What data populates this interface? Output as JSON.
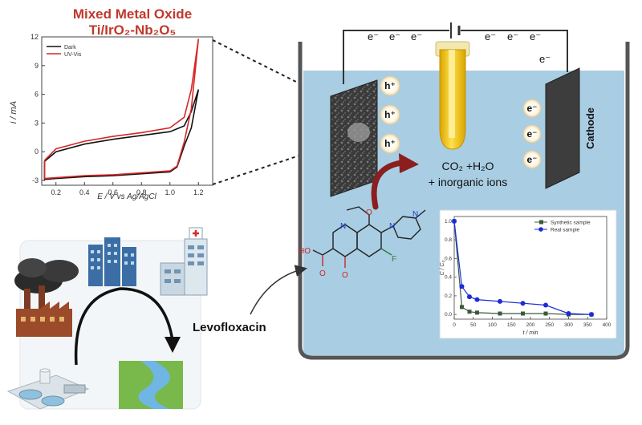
{
  "title": {
    "line1": "Mixed Metal Oxide",
    "line2": "Ti/IrO₂-Nb₂O₅"
  },
  "cv_plot": {
    "ylabel": "i / mA",
    "xlabel": "E / V vs Ag/AgCl",
    "legend": [
      "Dark",
      "UV-Vis"
    ]
  },
  "cell": {
    "electrons_top_left": [
      "e⁻",
      "e⁻",
      "e⁻"
    ],
    "electrons_top_right": [
      "e⁻",
      "e⁻",
      "e⁻"
    ],
    "electron_wire": "e⁻",
    "holes": [
      "h⁺",
      "h⁺",
      "h⁺"
    ],
    "electrons_cathode": [
      "e⁻",
      "e⁻",
      "e⁻"
    ],
    "cathode_label": "Cathode",
    "products_line1": "CO₂ +H₂O",
    "products_line2": "+ inorganic ions"
  },
  "molecule": {
    "atom_N1": "N",
    "atom_O_ether": "O",
    "atom_N_pip1": "N",
    "atom_N_pip2": "N",
    "atom_F": "F",
    "acid": "HO",
    "carbonyl_O_acid": "O",
    "ketone_O": "O"
  },
  "compound_label": "Levofloxacin",
  "colors": {
    "title_red": "#c0392b",
    "water_blue": "#a9cde3",
    "arrow_red": "#8b1e1e",
    "series_blue": "#1a2dd8",
    "series_green": "#3a5a3a"
  },
  "chart_data": [
    {
      "type": "line",
      "ylabel": "i / mA",
      "xlabel": "E / V vs Ag/AgCl",
      "xlim": [
        0.1,
        1.3
      ],
      "ylim": [
        -3.5,
        12
      ],
      "xticks": [
        "0.2",
        "0.4",
        "0.6",
        "0.8",
        "1.0",
        "1.2"
      ],
      "yticks": [
        "-3",
        "0",
        "3",
        "6",
        "9",
        "12"
      ],
      "legend_position": "top-left",
      "series": [
        {
          "name": "Dark",
          "color": "#111111",
          "x": [
            0.12,
            0.2,
            0.4,
            0.6,
            0.8,
            1.0,
            1.1,
            1.15,
            1.2,
            1.2,
            1.15,
            1.1,
            1.05,
            1.0,
            0.8,
            0.6,
            0.4,
            0.2,
            0.12,
            0.12
          ],
          "y": [
            -1.0,
            0.0,
            0.8,
            1.3,
            1.7,
            2.1,
            2.7,
            4.2,
            6.5,
            6.5,
            2.5,
            0.6,
            -1.6,
            -2.1,
            -2.3,
            -2.5,
            -2.6,
            -2.8,
            -2.9,
            -1.0
          ]
        },
        {
          "name": "UV-Vis",
          "color": "#d62728",
          "x": [
            0.12,
            0.2,
            0.4,
            0.6,
            0.8,
            1.0,
            1.1,
            1.15,
            1.2,
            1.2,
            1.15,
            1.1,
            1.05,
            1.0,
            0.8,
            0.6,
            0.4,
            0.2,
            0.12,
            0.12
          ],
          "y": [
            -0.9,
            0.3,
            1.1,
            1.6,
            2.0,
            2.5,
            3.6,
            6.5,
            11.8,
            11.8,
            4.5,
            1.0,
            -1.5,
            -2.0,
            -2.2,
            -2.4,
            -2.5,
            -2.7,
            -2.8,
            -0.9
          ]
        }
      ]
    },
    {
      "type": "line",
      "ylabel": "C / C₀",
      "xlabel": "t / min",
      "xlim": [
        0,
        400
      ],
      "ylim": [
        -0.05,
        1.05
      ],
      "xticks": [
        "0",
        "50",
        "100",
        "150",
        "200",
        "250",
        "300",
        "350",
        "400"
      ],
      "yticks": [
        "0.0",
        "0.2",
        "0.4",
        "0.6",
        "0.8",
        "1.0"
      ],
      "legend_position": "top-right",
      "series": [
        {
          "name": "Synthetic sample",
          "color": "#3a5a3a",
          "marker": "square",
          "x": [
            0,
            20,
            40,
            60,
            120,
            180,
            240,
            300,
            360
          ],
          "y": [
            1.0,
            0.08,
            0.03,
            0.02,
            0.01,
            0.01,
            0.01,
            0.0,
            0.0
          ]
        },
        {
          "name": "Real sample",
          "color": "#1a2dd8",
          "marker": "circle",
          "x": [
            0,
            20,
            40,
            60,
            120,
            180,
            240,
            300,
            360
          ],
          "y": [
            1.0,
            0.3,
            0.19,
            0.16,
            0.14,
            0.12,
            0.1,
            0.01,
            0.0
          ]
        }
      ]
    }
  ]
}
